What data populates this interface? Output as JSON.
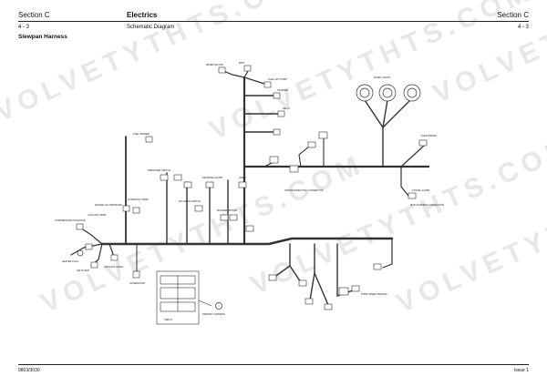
{
  "header": {
    "left": "Section C",
    "center": "Electrics",
    "right": "Section C",
    "page_left": "4 - 3",
    "subtitle": "Schematic Diagram",
    "page_right": "4 - 3"
  },
  "section_title": "Slewpan Harness",
  "footer": {
    "left": "9803/3030",
    "right": "Issue 1"
  },
  "watermark": "VOLVETYTHTS.COM",
  "labels": {
    "compression_solenoid": "COMPRESSION SOLENOID",
    "coolant_temp": "COOLANT TEMP",
    "engine_oil_pressure": "ENGINE OIL PRESSURE",
    "air_filter": "AIR FILTER",
    "coolant_level": "COOLANT LEVEL",
    "heater_plug": "HEATER PLUG",
    "alternator": "ALTERNATOR",
    "fuel_sender": "FUEL SENDER",
    "reverse_alarm": "REVERSE ALARM",
    "hydraulic_temp": "HYDRAULIC TEMP",
    "pressure_switch": "PRESSURE SWITCH",
    "dig_mode_switch": "DIG MODE SWITCH",
    "blower_motor": "BLOWER MOTOR",
    "interconnecting_connector": "INTERCONNECTING CONNECTOR",
    "wiper_motor": "WIPER MOTOR",
    "work_lights": "WORK LIGHTS",
    "horn": "HORN",
    "fuel_lift_pump": "FUEL LIFT PUMP",
    "batt": "BATT",
    "starter": "STARTER",
    "relay": "RELAY",
    "pump_speed_sensor": "PUMP SPEED SENSOR",
    "slew_brake": "SLEW BRAKE",
    "travel_alarm": "TRAVEL ALARM",
    "main_harness_connector": "MAIN HARNESS CONNECTOR",
    "primary_harness": "PRIMARY HARNESS",
    "view_a": "VIEW A"
  }
}
